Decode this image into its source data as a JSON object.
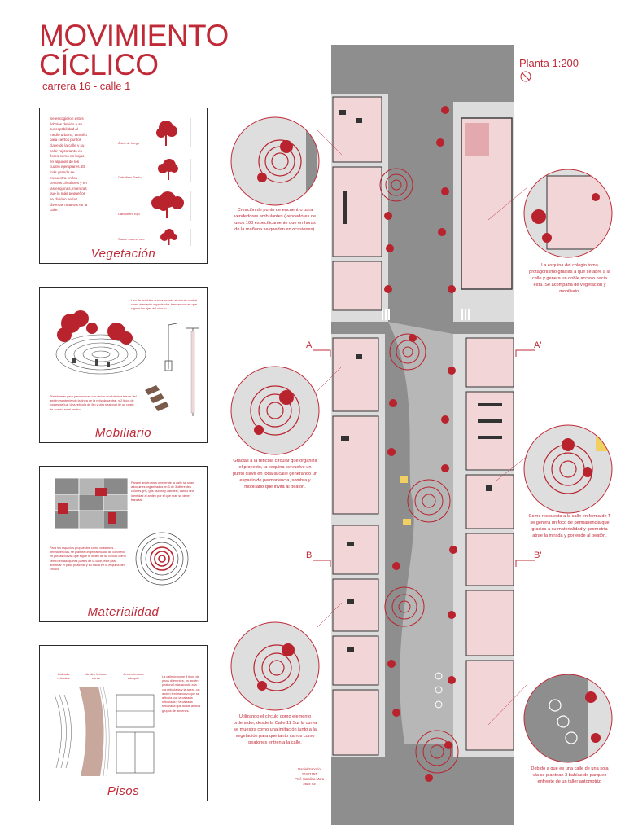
{
  "title_line1": "MOVIMIENTO",
  "title_line2": "CÍCLICO",
  "subtitle": "carrera 16 - calle 1",
  "scale_label": "Planta 1:200",
  "section_a": "A",
  "section_a_prime": "A'",
  "section_b": "B",
  "section_b_prime": "B'",
  "colors": {
    "accent": "#c02a37",
    "pink": "#f2d6d7",
    "road": "#8e8e8e",
    "dark": "#2a2a2a"
  },
  "vegetacion": {
    "title": "Vegetación",
    "text": "Se escogieron estos árboles debido a su susceptibilidad al medio urbano, tamaño para ciertos puntos clave de la calle y su color rojizo tanto en flores como en hojas en algunos de los cuatro ejemplares. El más grande se encuentra en los centros circulares y en las esquinas, mientras que lo más pequeños se dividen en las diversas materas en la calle.",
    "trees": [
      "Árbol de fuego",
      "Caballero Santo",
      "Carbonero rojo",
      "Sauce cuerno rojo"
    ]
  },
  "mobiliario": {
    "title": "Mobiliario",
    "text_top": "Uso de módulos curvos acorde al círculo central como elemento organizador, bancas curvas que siguen los ejes del círculo.",
    "text_bottom": "Plataformas para permanecer con visión modulada a través del andén manteniendo la línea de la retícula central, y 2 tipos de postes de luz. Una retícula de 9m y otro peatonal de un poste de acento en el centro."
  },
  "materialidad": {
    "title": "Materialidad",
    "text_top": "Para el andén mas ofrecer de la calle se usan adoquines organizados en 3 de 3 diferentes colores gris, gris oscuro y carmesí, dando una identidad al andén por el que mas se debe transitar.",
    "text_bottom": "Para los espacios propuestos como ocasiones - permanencias, se plantea un prefabricado de concreto en piezas curvas que sigue el orden de su círculo como centro en adoquines partes de la calle, este para acentuar el paso peatonal y su hacia en la esquina del círculo."
  },
  "pisos": {
    "title": "Pisos",
    "labels": [
      "Calzada retículas",
      "Andén textura curvo",
      "Andén textura adoquín"
    ],
    "text": "La calle propone 3 tipos de pisos diferentes, un andén peatonal más acorde a la vía reticulada y la acera, un andén textura curvo que se articula con la calzada reticulada y la calzada reticulada que divide ambos grupos de andenes."
  },
  "notes": {
    "n1": "Creación de punto de encuentro para vendedores ambulantes (vendedores de unos 100 específicamente que en horas de la mañana se quedan en ocasiones).",
    "n2": "La esquina del colegio toma protagonismo gracias a que se abre a la calle y genera un doble acceso hacia esta. Se acompaña de vegetación y mobiliario.",
    "n3": "Gracias a la retícula circular que organiza el proyecto, la esquina se vuelve un punto clave en toda la calle generando un espacio de permanencia, sombra y mobiliario que invita al peatón.",
    "n4": "Como respuesta a la calle en forma de T se genera un foco de permanencia que gracias a su materialidad y geometría atrae la mirada y por ende al peatón.",
    "n5": "Utilizando el círculo como elemento ordenador, desde la Calle 11 Sur la curva se muestra como una imitación junto a la vegetación para que tanto carros como peatones entren a la calle.",
    "n6": "Debido a que es una calle de una sola vía se plantean 3 bahías de parqueo enfrente de un taller automotriz."
  },
  "credits": [
    "Daniel Saborío",
    "20202197",
    "Prof. Catalina Mora",
    "2020-02"
  ]
}
